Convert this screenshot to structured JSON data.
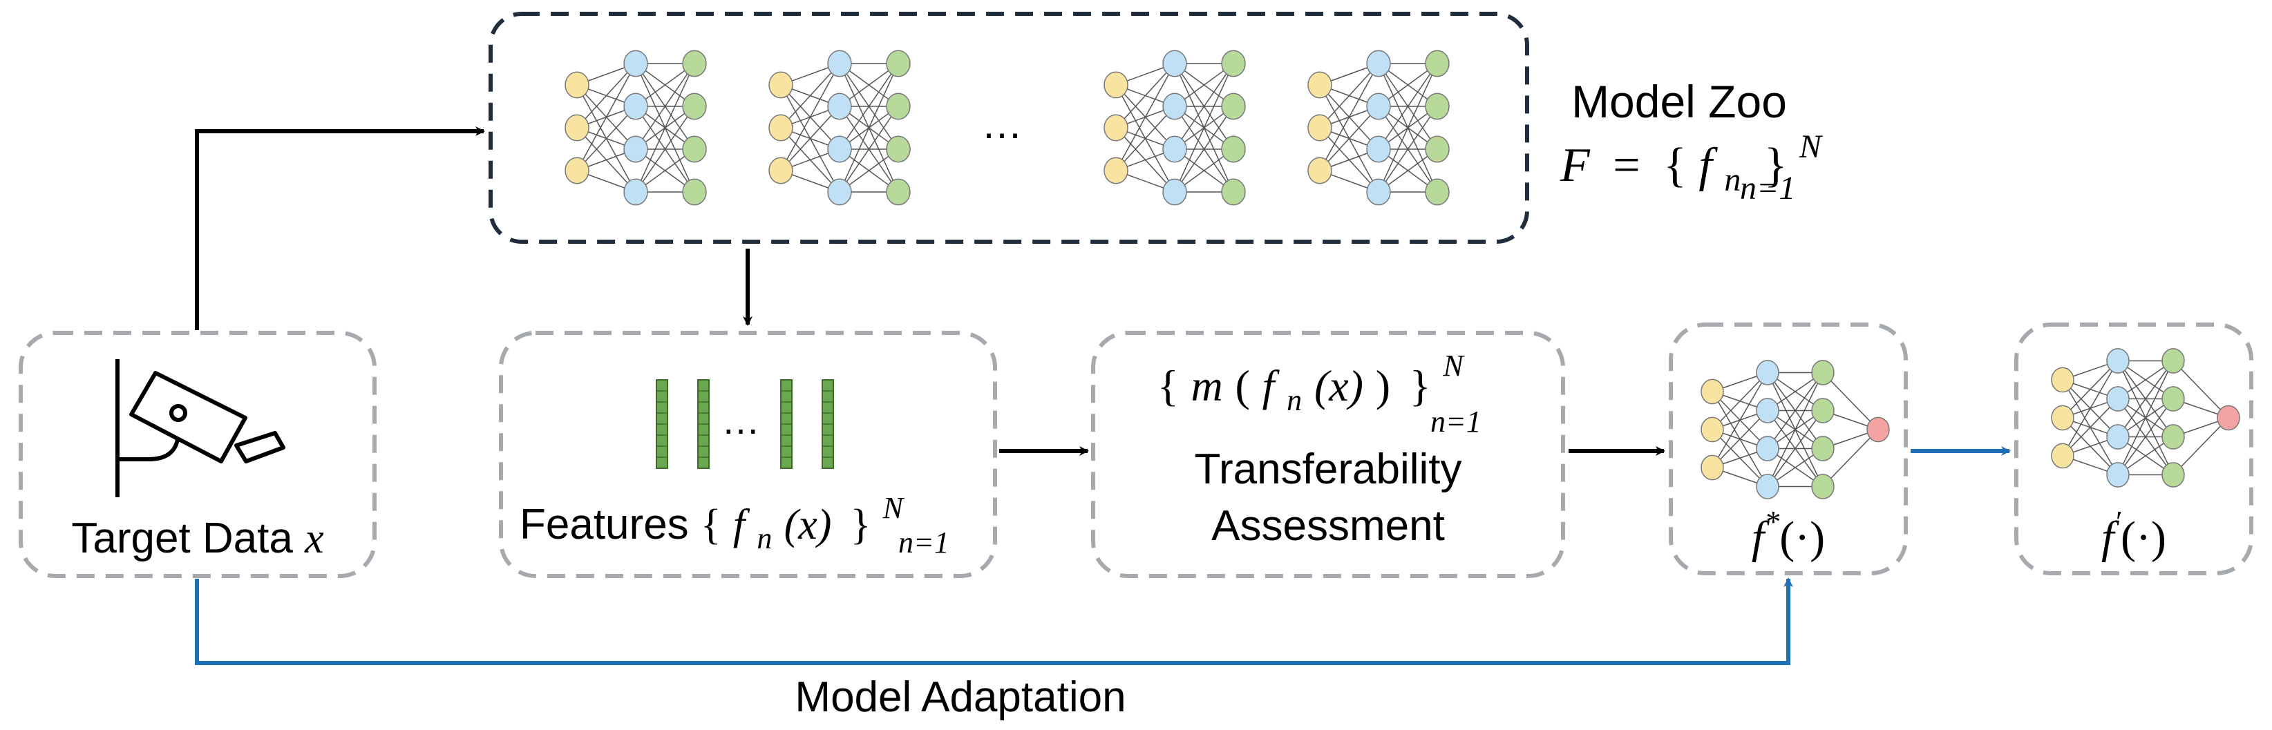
{
  "model_zoo": {
    "title": "Model Zoo",
    "set_symbol": "F",
    "equals": "=",
    "lbrace": "{",
    "rbrace": "}",
    "fn": "f",
    "fn_sub": "n",
    "sup": "N",
    "sub": "n=1",
    "ellipsis": "…"
  },
  "target": {
    "label": "Target Data ",
    "var": "x"
  },
  "features": {
    "label": "Features ",
    "lbrace": "{",
    "fn": "f",
    "fn_sub": "n",
    "arg": "(x)",
    "rbrace": "}",
    "sup": "N",
    "sub": "n=1",
    "ellipsis": "…"
  },
  "transfer": {
    "lbrace": "{",
    "m": "m",
    "open": "(",
    "fn": "f",
    "fn_sub": "n",
    "arg": "(x)",
    "close": ")",
    "rbrace": "}",
    "sup": "N",
    "sub": "n=1",
    "line1": "Transferability",
    "line2": "Assessment"
  },
  "best_model": {
    "fn": "f",
    "sup": "*",
    "arg": "(·)"
  },
  "adapted_model": {
    "fn": "f",
    "sup": "′",
    "arg": "(·)"
  },
  "adaptation": {
    "label": "Model Adaptation"
  },
  "colors": {
    "dashed_zoo": "#1f2d3d",
    "dashed_box": "#a6aaae",
    "arrow_black": "#000000",
    "arrow_blue": "#1f6fb5",
    "node_yellow": "#f8e4a0",
    "node_blue": "#bfe0f5",
    "node_green": "#b7d99a",
    "node_red": "#f4a3a3",
    "feature_green": "#6aa84f"
  }
}
